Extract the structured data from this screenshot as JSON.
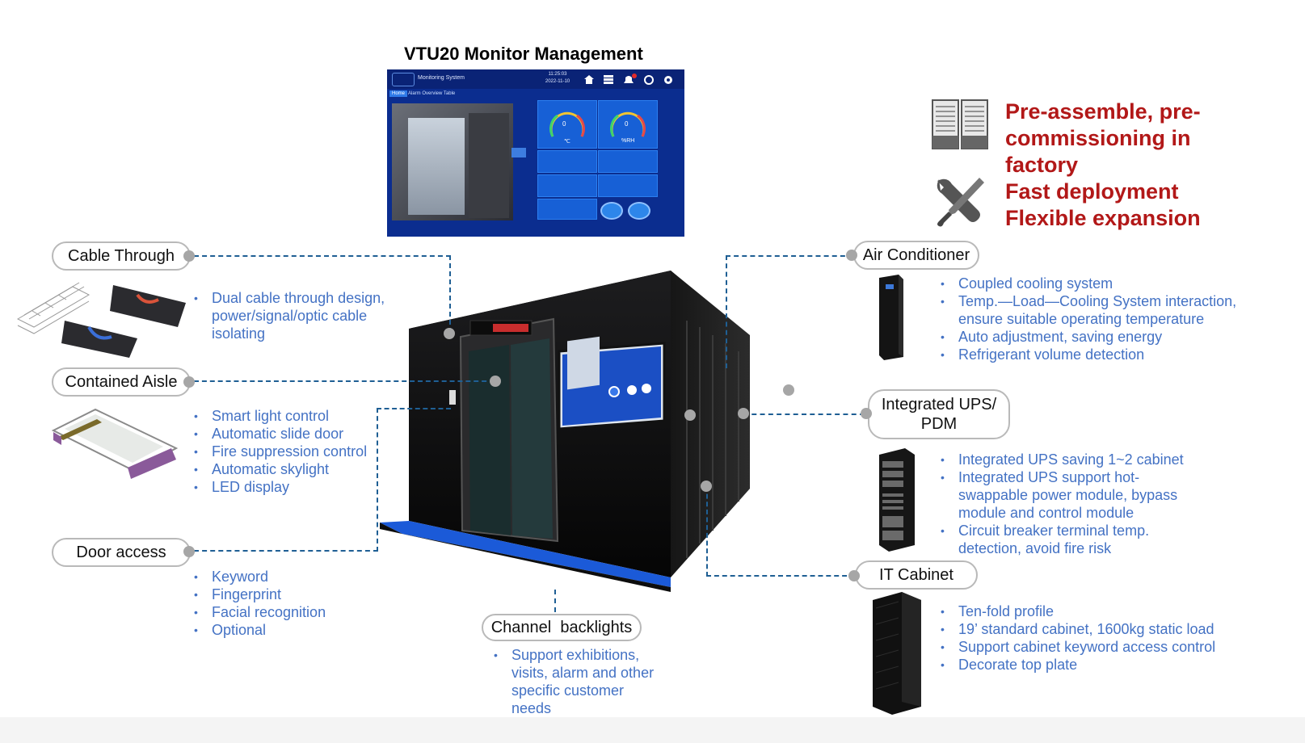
{
  "monitor": {
    "title": "VTU20 Monitor Management",
    "app_name": "Monitoring System",
    "time": "11:25:03",
    "date": "2022-11-10",
    "tabs": [
      "Home",
      "Alarm Overview Table"
    ],
    "gauge_temp_value": "0",
    "gauge_temp_unit": "℃",
    "gauge_hum_value": "0",
    "gauge_hum_unit": "%RH"
  },
  "highlights": {
    "line1": "Pre-assemble, pre-",
    "line2": "commissioning in",
    "line3": "factory",
    "line4": "Fast deployment",
    "line5": "Flexible expansion"
  },
  "features": {
    "cable_through": {
      "label": "Cable Through",
      "bullets": [
        "Dual cable through design, power/signal/optic cable isolating"
      ]
    },
    "contained_aisle": {
      "label": "Contained Aisle",
      "bullets": [
        "Smart light control",
        "Automatic slide door",
        "Fire suppression control",
        "Automatic skylight",
        "LED display"
      ]
    },
    "door_access": {
      "label": "Door access",
      "bullets": [
        "Keyword",
        "Fingerprint",
        "Facial recognition",
        "Optional"
      ]
    },
    "channel_backlights": {
      "label": "Channel  backlights",
      "bullets": [
        "Support exhibitions, visits, alarm and other specific customer needs"
      ]
    },
    "air_conditioner": {
      "label": "Air Conditioner",
      "bullets": [
        "Coupled cooling system",
        "Temp.—Load—Cooling System interaction, ensure suitable operating temperature",
        "Auto adjustment, saving energy",
        "Refrigerant volume detection"
      ]
    },
    "ups": {
      "label_line1": "Integrated UPS/",
      "label_line2": "PDM",
      "bullets": [
        "Integrated UPS saving 1~2 cabinet",
        "Integrated UPS support hot-swappable power module, bypass module and control module",
        "Circuit breaker terminal temp. detection, avoid fire risk"
      ]
    },
    "it_cabinet": {
      "label": "IT Cabinet",
      "bullets": [
        "Ten-fold profile",
        "19’ standard cabinet, 1600kg static load",
        "Support cabinet keyword access control",
        "Decorate top plate"
      ]
    }
  },
  "colors": {
    "accent_blue": "#4472c4",
    "highlight_red": "#b21818",
    "leader_line": "#1f5f94",
    "monitor_bg": "#0b2d8f"
  }
}
